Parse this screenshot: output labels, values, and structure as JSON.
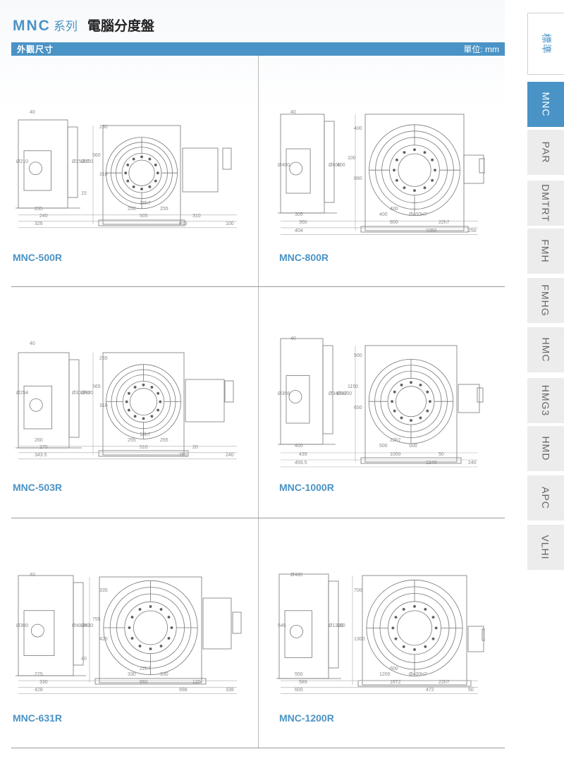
{
  "header": {
    "brand": "MNC",
    "brand_suffix": "系列",
    "title": "電腦分度盤"
  },
  "section": {
    "label": "外觀尺寸",
    "unit": "單位: mm"
  },
  "side_tabs": [
    {
      "label": "標準"
    },
    {
      "label": "MNC"
    },
    {
      "label": "PAR"
    },
    {
      "label": "DMTRT"
    },
    {
      "label": "FMH"
    },
    {
      "label": "FMHG"
    },
    {
      "label": "HMC"
    },
    {
      "label": "HMG3"
    },
    {
      "label": "HMD"
    },
    {
      "label": "APC"
    },
    {
      "label": "VLHI"
    }
  ],
  "models": [
    {
      "name": "MNC-500R",
      "dims": [
        "40",
        "Ø210",
        "235",
        "240",
        "326",
        "250",
        "505",
        "815",
        "100",
        "310",
        "18h7",
        "255",
        "Ø250h7",
        "Ø200",
        "250",
        "310",
        "560",
        "15"
      ]
    },
    {
      "name": "MNC-800R",
      "dims": [
        "40",
        "Ø400",
        "305",
        "360",
        "404",
        "400",
        "800",
        "1050",
        "250",
        "22h7",
        "400",
        "Ø400H7",
        "Ø800",
        "400",
        "400",
        "880",
        "100"
      ]
    },
    {
      "name": "MNC-503R",
      "dims": [
        "40",
        "Ø254",
        "260",
        "275",
        "343.5",
        "255",
        "510",
        "750",
        "240",
        "20",
        "18h7",
        "255",
        "Ø300H7",
        "Ø500",
        "255",
        "310",
        "565"
      ]
    },
    {
      "name": "MNC-1000R",
      "dims": [
        "40",
        "Ø356",
        "400",
        "439",
        "459.5",
        "500",
        "1000",
        "1240",
        "240",
        "50",
        "22h7",
        "500",
        "Ø340H7",
        "Ø1000",
        "500",
        "650",
        "1150"
      ]
    },
    {
      "name": "MNC-631R",
      "dims": [
        "40",
        "Ø300",
        "275",
        "330",
        "428",
        "330",
        "660",
        "998",
        "338",
        "120",
        "22h7",
        "330",
        "Ø400H7",
        "Ø630",
        "335",
        "420",
        "755",
        "40"
      ]
    },
    {
      "name": "MNC-1200R",
      "dims": [
        "Ø480",
        "545",
        "550",
        "589",
        "600",
        "1200",
        "1672",
        "472",
        "50",
        "22h7",
        "600",
        "Ø400H7",
        "Ø1200",
        "600",
        "700",
        "1300"
      ]
    }
  ]
}
